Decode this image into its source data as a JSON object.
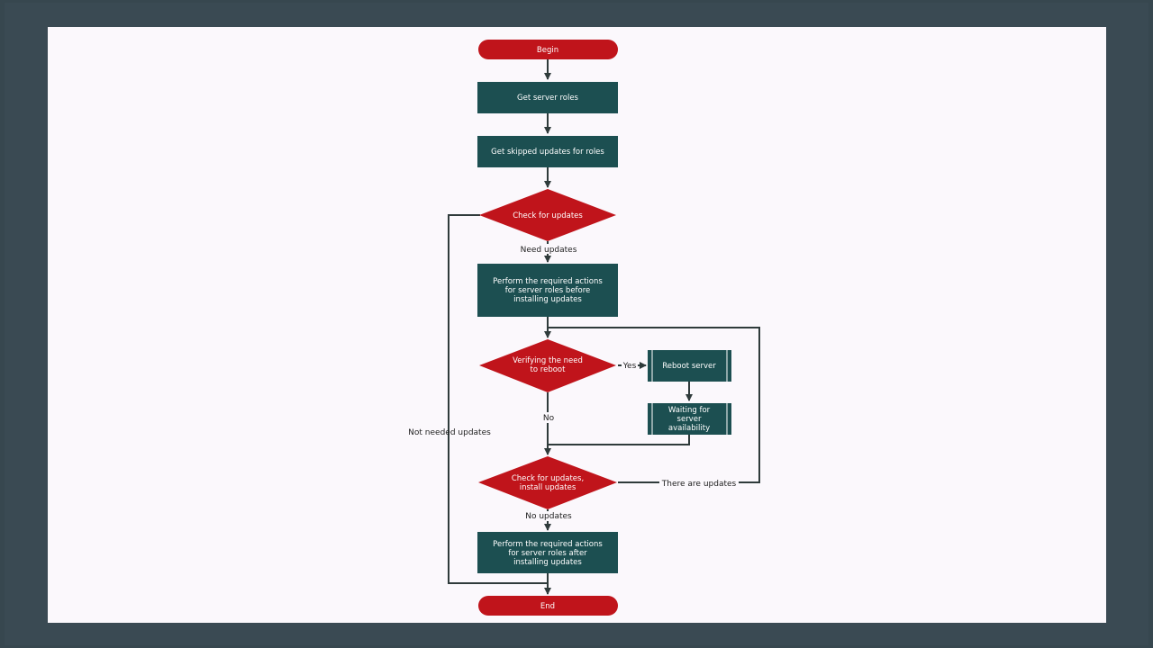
{
  "colors": {
    "background": "#37474f",
    "canvas": "#fbf8fc",
    "terminator": "#c0141b",
    "process": "#1c4f51",
    "decision": "#c0141b",
    "line": "#2f3b3b"
  },
  "nodes": {
    "begin": "Begin",
    "get_roles": "Get server roles",
    "get_skipped": "Get skipped updates for roles",
    "check_updates": "Check for updates",
    "perform_before": [
      "Perform the required actions",
      "for server roles before",
      "installing updates"
    ],
    "verify_reboot": [
      "Verifying the need",
      "to reboot"
    ],
    "reboot_server": "Reboot server",
    "waiting": [
      "Waiting for",
      "server",
      "availability"
    ],
    "check_install": [
      "Check for updates,",
      "install updates"
    ],
    "perform_after": [
      "Perform the required actions",
      "for server roles after",
      "installing updates"
    ],
    "end": "End"
  },
  "edge_labels": {
    "need_updates": "Need updates",
    "not_needed": "Not needed updates",
    "yes": "Yes",
    "no": "No",
    "there_are_updates": "There are updates",
    "no_updates": "No updates"
  }
}
